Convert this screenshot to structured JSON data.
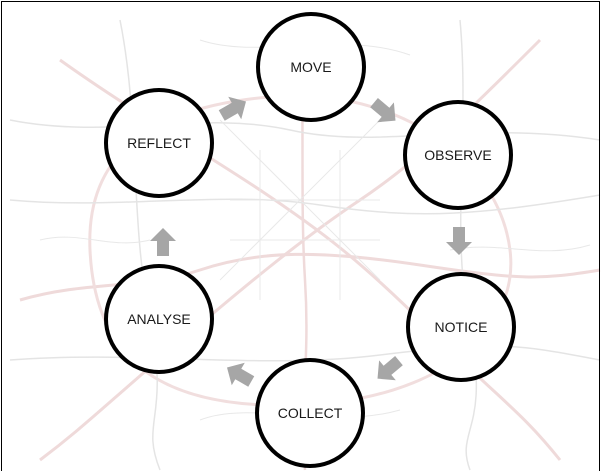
{
  "colors": {
    "circle_stroke": "#000000",
    "circle_fill": "#ffffff",
    "arrow": "#a6a6a6",
    "map_road": "#c8c8c8",
    "map_highway": "#e6c4c4"
  },
  "background": {
    "description_icon": "city-road-map"
  },
  "nodes": [
    {
      "label": "MOVE"
    },
    {
      "label": "OBSERVE"
    },
    {
      "label": "NOTICE"
    },
    {
      "label": "COLLECT"
    },
    {
      "label": "ANALYSE"
    },
    {
      "label": "REFLECT"
    }
  ]
}
